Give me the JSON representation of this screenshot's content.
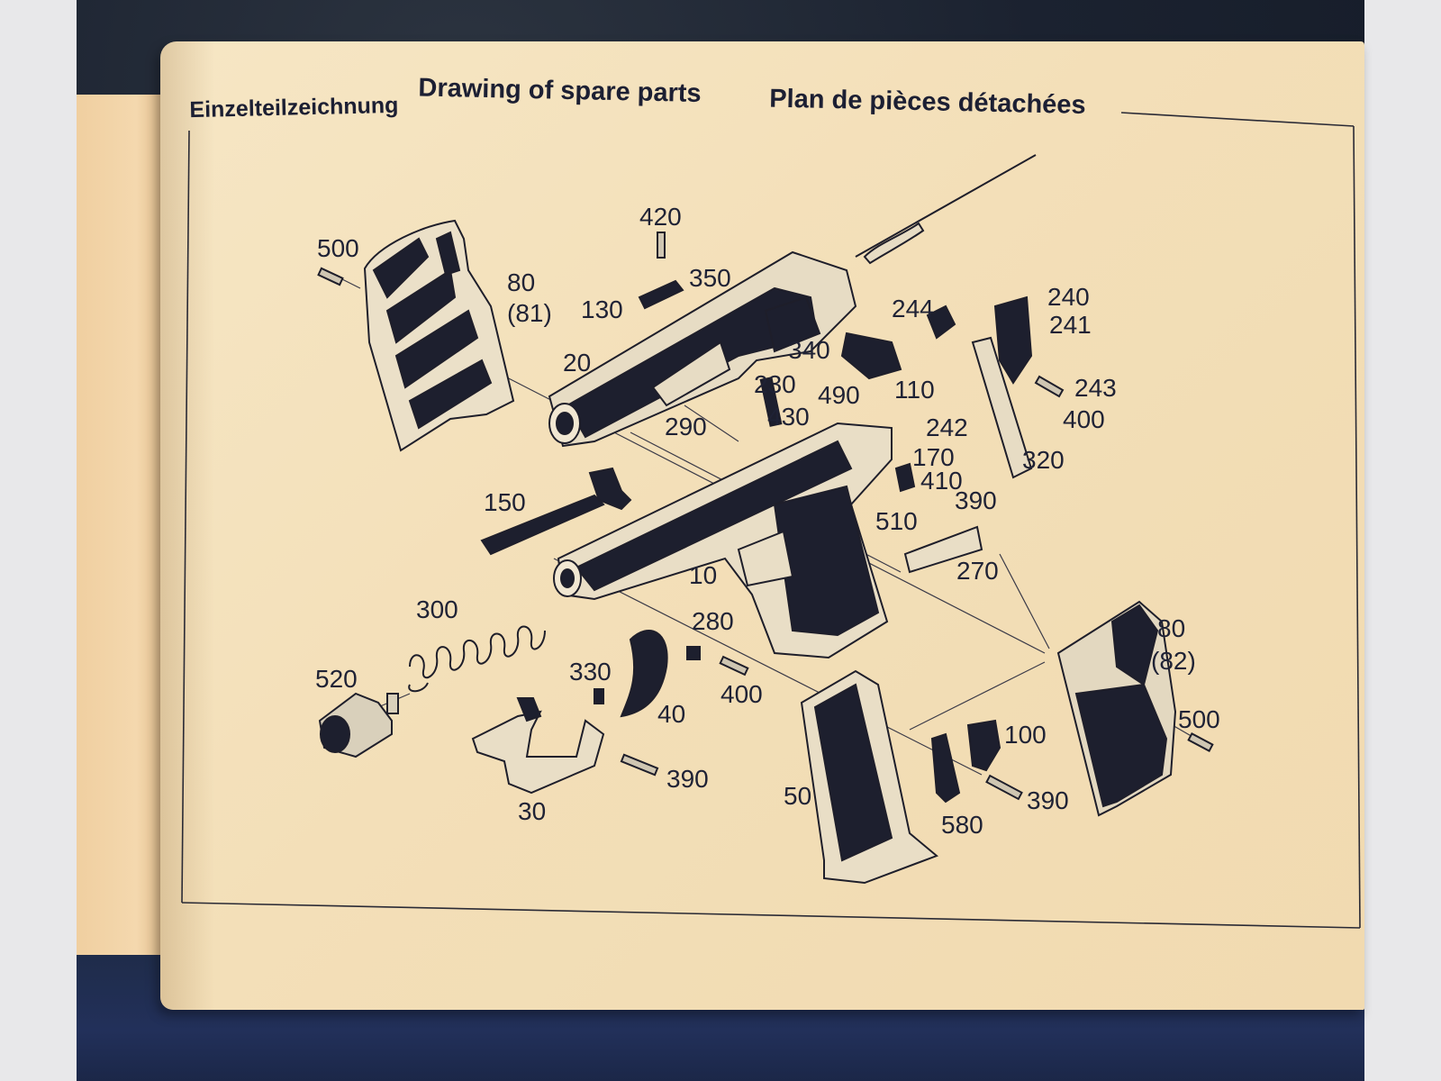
{
  "heading": {
    "de": "Einzelteilzeichnung",
    "en": "Drawing of spare parts",
    "fr": "Plan de pièces détachées"
  },
  "callouts": {
    "c500a": "500",
    "c420": "420",
    "c80_81_a": "80",
    "c80_81_b": "(81)",
    "c130": "130",
    "c350": "350",
    "c244": "244",
    "c240": "240",
    "c241": "241",
    "c20": "20",
    "c340": "340",
    "c230": "230",
    "c490": "490",
    "c110": "110",
    "c243": "243",
    "c400a": "400",
    "c290": "290",
    "c430": "430",
    "c242": "242",
    "c170": "170",
    "c320": "320",
    "c410": "410",
    "c150": "150",
    "c390a": "390",
    "c510": "510",
    "c270": "270",
    "c10": "10",
    "c300": "300",
    "c280": "280",
    "c80_82_a": "80",
    "c80_82_b": "(82)",
    "c520": "520",
    "c330": "330",
    "c400b": "400",
    "c40": "40",
    "c500b": "500",
    "c100": "100",
    "c390b": "390",
    "c30": "30",
    "c50": "50",
    "c390c": "390",
    "c580": "580"
  },
  "colors": {
    "paper": "#f3dfb8",
    "ink": "#1f2235",
    "background": "#1b2230"
  }
}
